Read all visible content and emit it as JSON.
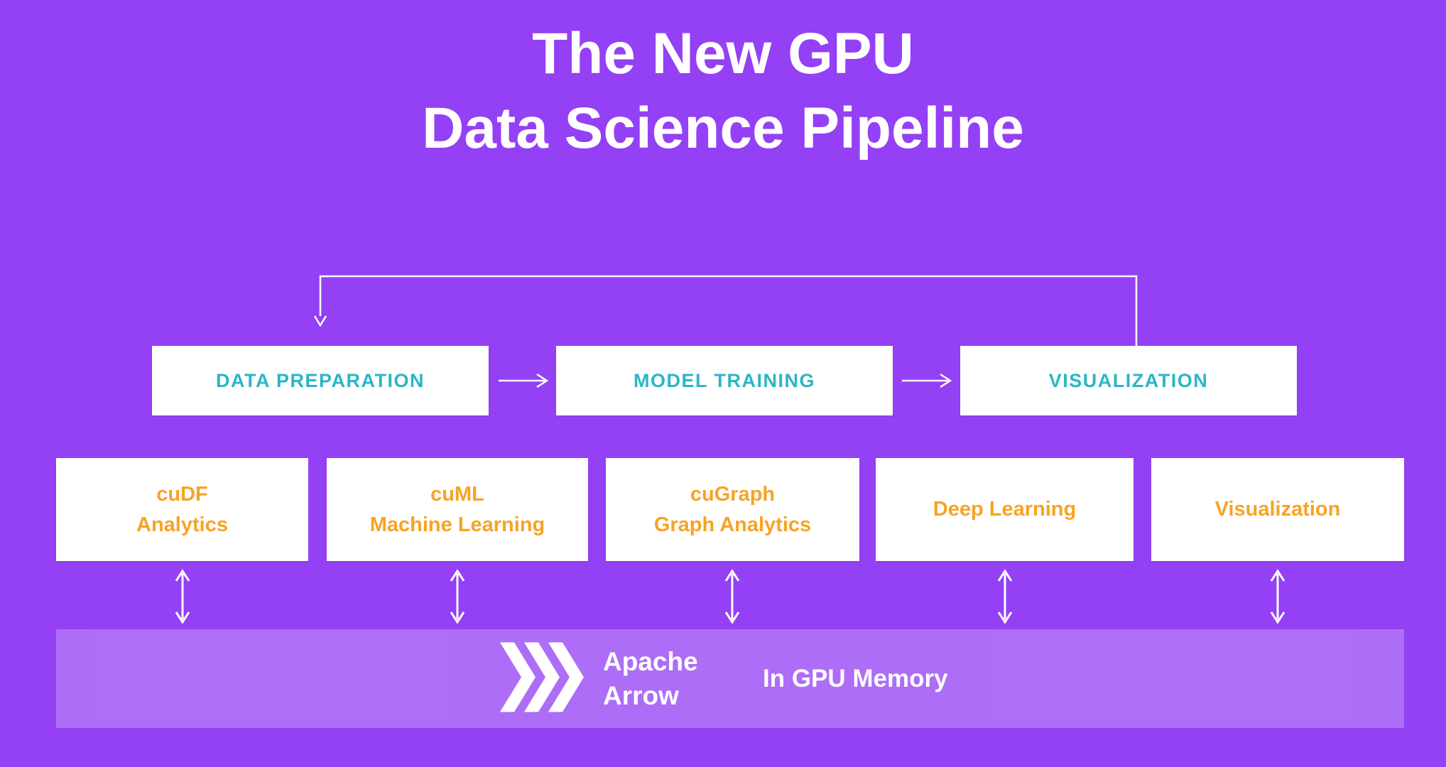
{
  "title": {
    "line1": "The New GPU",
    "line2": "Data Science Pipeline"
  },
  "pipeline": {
    "stages": [
      {
        "label": "DATA PREPARATION"
      },
      {
        "label": "MODEL TRAINING"
      },
      {
        "label": "VISUALIZATION"
      }
    ]
  },
  "components": [
    {
      "line1": "cuDF",
      "line2": "Analytics"
    },
    {
      "line1": "cuML",
      "line2": "Machine Learning"
    },
    {
      "line1": "cuGraph",
      "line2": "Graph Analytics"
    },
    {
      "line1": "Deep Learning",
      "line2": ""
    },
    {
      "line1": "Visualization",
      "line2": ""
    }
  ],
  "memory_bar": {
    "brand_line1": "Apache",
    "brand_line2": "Arrow",
    "label": "In GPU Memory"
  },
  "icons": {
    "apache_arrow_logo": "triple-chevron-right-icon",
    "flow_arrow": "right-arrow-icon",
    "exchange_arrow": "up-down-arrow-icon",
    "feedback_loop": "loop-back-arrow-icon"
  },
  "colors": {
    "background": "#9440F5",
    "title_text": "#FFFFFF",
    "stage_text": "#2CB5C5",
    "component_text": "#F7A325",
    "box_background": "#FFFFFF",
    "memory_bar_background": "rgba(255,255,255,0.24)",
    "arrow": "#FFFFFF"
  }
}
